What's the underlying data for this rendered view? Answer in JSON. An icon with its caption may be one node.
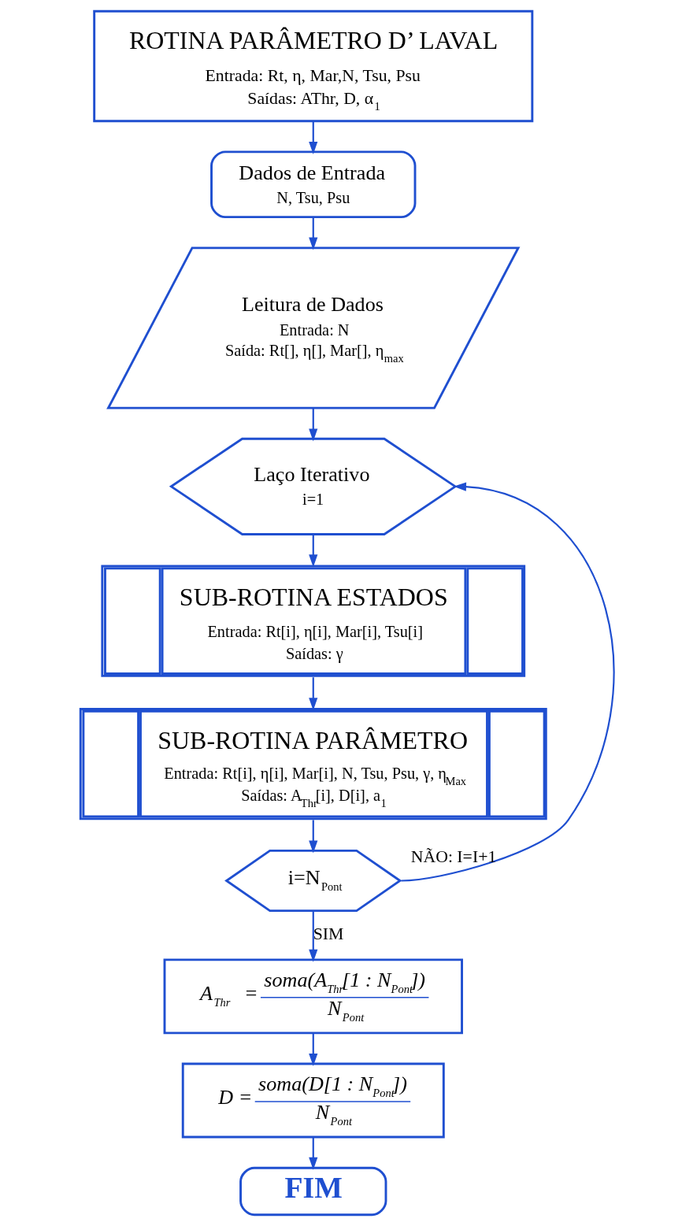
{
  "diagram": {
    "nodes": [
      {
        "text": [
          "ROTINA PARÂMETRO D’ LAVAL",
          "Entrada: Rt, η, Mar,N, Tsu, Psu",
          "Saídas: AThr, D, α$_{1}$"
        ]
      },
      {
        "text": [
          "Dados de Entrada",
          "N, Tsu, Psu"
        ]
      },
      {
        "text": [
          "Leitura de Dados",
          "Entrada: N",
          "Saída: Rt[], η[], Mar[], η$_{max}$"
        ]
      },
      {
        "text": [
          "Laço Iterativo",
          "i=1"
        ]
      },
      {
        "text": [
          "SUB-ROTINA ESTADOS",
          "Entrada: Rt[i], η[i], Mar[i], Tsu[i]",
          "Saídas: γ"
        ]
      },
      {
        "text": [
          "SUB-ROTINA PARÂMETRO",
          "Entrada: Rt[i], η[i], Mar[i], N, Tsu, Psu, γ, η$_{Max}$",
          "Saídas: A$_{Thr}$[i], D[i], a$_{1}$"
        ]
      },
      {
        "text": [
          "i=N$_{Pont}$"
        ]
      },
      {
        "text": [
          "A$_{Thr}$ =",
          "soma(A$_{Thr}$[1 : N$_{Pont}$])",
          "N$_{Pont}$"
        ]
      },
      {
        "text": [
          "D =",
          "soma(D[1 : N$_{Pont}$])",
          "N$_{Pont}$"
        ]
      },
      {
        "text": [
          "FIM"
        ]
      }
    ],
    "edges": [
      {
        "from": 0,
        "to": 1,
        "arrow": "to"
      },
      {
        "from": 1,
        "to": 2,
        "arrow": "to"
      },
      {
        "from": 2,
        "to": 3,
        "arrow": "to"
      },
      {
        "from": 3,
        "to": 4,
        "arrow": "to"
      },
      {
        "from": 4,
        "to": 5,
        "arrow": "to"
      },
      {
        "from": 5,
        "to": 6,
        "arrow": "to"
      },
      {
        "from": 6,
        "to": 3,
        "arrow": "to",
        "label": "NÃO: I=I+1"
      },
      {
        "from": 6,
        "to": 7,
        "arrow": "to",
        "label": "SIM"
      },
      {
        "from": 7,
        "to": 8,
        "arrow": "to"
      },
      {
        "from": 8,
        "to": 9,
        "arrow": "to"
      }
    ]
  }
}
